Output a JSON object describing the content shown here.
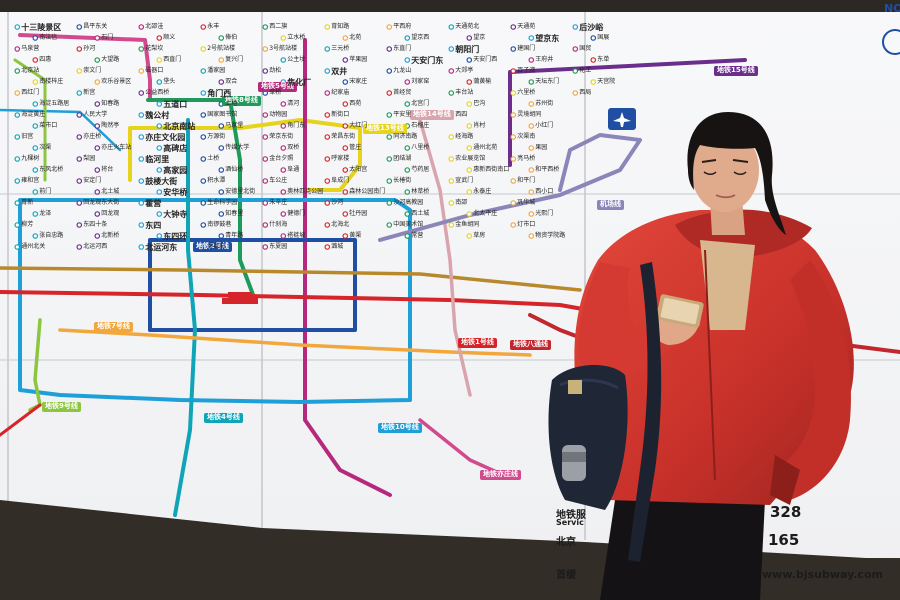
{
  "map_corner_text": "NO",
  "line_badges": [
    {
      "text": "地铁5号线",
      "color": "#b5287d"
    },
    {
      "text": "地铁8号线",
      "color": "#1e9a5a"
    },
    {
      "text": "地铁13号线",
      "color": "#e5d31c"
    },
    {
      "text": "地铁14号线",
      "color": "#d9a4ad"
    },
    {
      "text": "地铁15号线",
      "color": "#6b2e8c"
    },
    {
      "text": "地铁2号线",
      "color": "#1f4ea3"
    },
    {
      "text": "地铁7号线",
      "color": "#f2a73c"
    },
    {
      "text": "地铁9号线",
      "color": "#8cc63f"
    },
    {
      "text": "地铁4号线",
      "color": "#0fa4b8"
    },
    {
      "text": "地铁10号线",
      "color": "#1e9fd8"
    },
    {
      "text": "地铁1号线",
      "color": "#d6252a"
    },
    {
      "text": "地铁八通线",
      "color": "#c2272d"
    },
    {
      "text": "机场线",
      "color": "#8b86b9"
    },
    {
      "text": "地铁亦庄线",
      "color": "#d24a8e"
    }
  ],
  "stations": [
    "十三陵景区",
    "昌平东关",
    "北邵洼",
    "永丰",
    "西二旗",
    "育知路",
    "平西府",
    "天通苑北",
    "天通苑",
    "后沙峪",
    "南法信",
    "石门",
    "顺义",
    "俸伯",
    "立水桥",
    "北苑",
    "望京西",
    "望京",
    "望京东",
    "国展",
    "马泉营",
    "孙河",
    "花梨坎",
    "2号航站楼",
    "3号航站楼",
    "三元桥",
    "东直门",
    "朝阳门",
    "建国门",
    "国贸",
    "四惠",
    "大望路",
    "西直门",
    "复兴门",
    "公主坟",
    "苹果园",
    "天安门东",
    "天安门西",
    "王府井",
    "东单",
    "北京站",
    "崇文门",
    "磁器口",
    "潘家园",
    "劲松",
    "双井",
    "九龙山",
    "大郊亭",
    "百子湾",
    "化工",
    "南楼梓庄",
    "欢乐谷景区",
    "垡头",
    "双合",
    "焦化厂",
    "宋家庄",
    "刘家窑",
    "蒲黄榆",
    "天坛东门",
    "天宫院",
    "西红门",
    "新宫",
    "公益西桥",
    "角门西",
    "草桥",
    "纪家庙",
    "首经贸",
    "丰台站",
    "六里桥",
    "西局",
    "海淀五路居",
    "知春路",
    "五道口",
    "上地",
    "清河",
    "西苑",
    "北宫门",
    "巴沟",
    "苏州街",
    "海淀黄庄",
    "人民大学",
    "魏公村",
    "国家图书馆",
    "动物园",
    "新街口",
    "平安里",
    "西四",
    "灵境胡同",
    "菜市口",
    "陶然亭",
    "北京南站",
    "马家堡",
    "角门东",
    "大红门",
    "石榴庄",
    "肖村",
    "小红门",
    "旧宫",
    "亦庄桥",
    "亦庄文化园",
    "万源街",
    "荣京东街",
    "荣昌东街",
    "同济南路",
    "经海路",
    "次渠南",
    "次渠",
    "亦庄火车站",
    "高碑店",
    "传媒大学",
    "双桥",
    "管庄",
    "八里桥",
    "通州北苑",
    "果园",
    "九棵树",
    "梨园",
    "临河里",
    "土桥",
    "金台夕照",
    "呼家楼",
    "团结湖",
    "农业展览馆",
    "亮马桥",
    "东风北桥",
    "将台",
    "高家园",
    "酒仙桥",
    "阜通",
    "太阳宫",
    "芍药居",
    "惠新西街南口",
    "和平西桥",
    "雍和宫",
    "安定门",
    "鼓楼大街",
    "积水潭",
    "车公庄",
    "阜成门",
    "长椿街",
    "宣武门",
    "和平门",
    "前门",
    "北土城",
    "安华桥",
    "安德里北街",
    "奥林匹克公园",
    "森林公园南门",
    "林萃桥",
    "永泰庄",
    "西小口",
    "育新",
    "回龙观东大街",
    "霍营",
    "生命科学园",
    "朱辛庄",
    "沙河",
    "沙河高教园",
    "南邵",
    "巩华城",
    "龙泽",
    "回龙观",
    "大钟寺",
    "知春里",
    "健德门",
    "牡丹园",
    "西土城",
    "北太平庄",
    "光熙门",
    "柳芳",
    "东四十条",
    "东四",
    "南锣鼓巷",
    "什刹海",
    "北海北",
    "中国美术馆",
    "金鱼胡同",
    "灯市口",
    "张自忠路",
    "北新桥",
    "东四环",
    "青年路",
    "褡裢坡",
    "黄渠",
    "常营",
    "草房",
    "物资学院路",
    "通州北关",
    "北运河西",
    "北运河东",
    "郝家府",
    "东夏园",
    "潞城"
  ],
  "info_lines": [
    "地铁服",
    "Servic",
    "北京",
    "首缓"
  ],
  "info_numbers": [
    "328",
    "165"
  ],
  "website": "www.bjsubway.com"
}
